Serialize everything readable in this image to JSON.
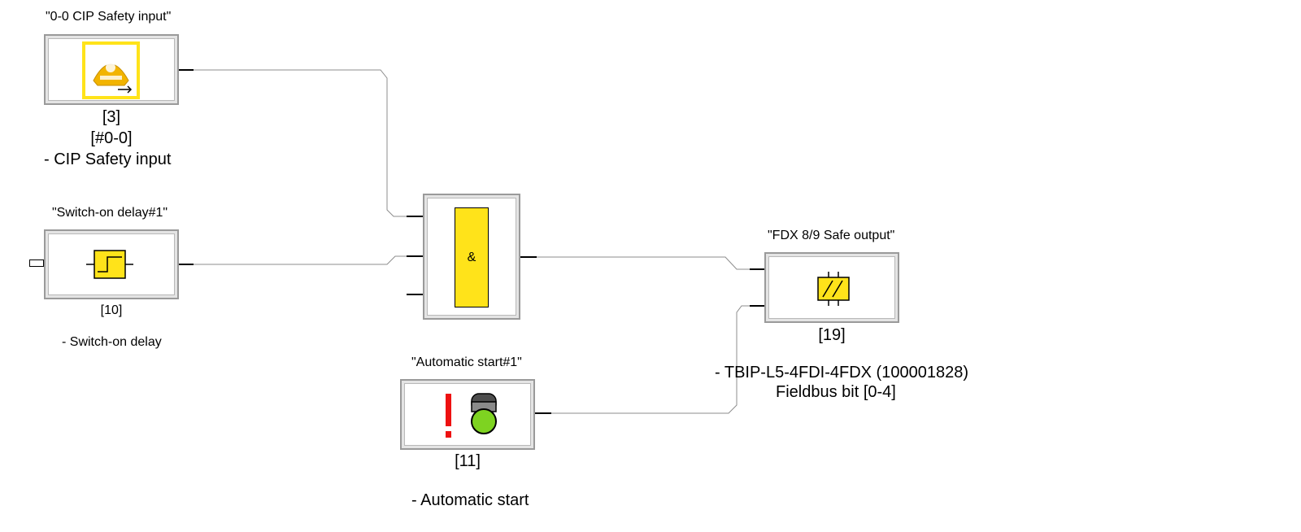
{
  "blocks": {
    "cip_input": {
      "title": "\"0-0 CIP Safety input\"",
      "id": "[3]",
      "address": "[#0-0]",
      "description": "- CIP Safety input"
    },
    "switch_delay": {
      "title": "\"Switch-on delay#1\"",
      "id": "[10]",
      "description": "- Switch-on delay"
    },
    "and_gate": {
      "symbol": "&"
    },
    "fdx_output": {
      "title": "\"FDX 8/9 Safe output\"",
      "id": "[19]",
      "description": "- TBIP-L5-4FDI-4FDX (100001828)",
      "detail": "Fieldbus bit [0-4]"
    },
    "auto_start": {
      "title": "\"Automatic start#1\"",
      "id": "[11]",
      "description": "- Automatic start"
    }
  },
  "colors": {
    "block_yellow": "#ffe31a",
    "icon_orange": "#f2b400",
    "alert_red": "#ee1111",
    "lamp_green": "#7ed321",
    "wire": "#8c8c8c",
    "frame": "#9a9a9a"
  },
  "icons": {
    "cip_input": "safety-input-icon",
    "switch_delay": "delay-timer-icon",
    "fdx_output": "safe-output-icon",
    "auto_start_alert": "exclamation-icon",
    "auto_start_lamp": "lamp-icon"
  }
}
